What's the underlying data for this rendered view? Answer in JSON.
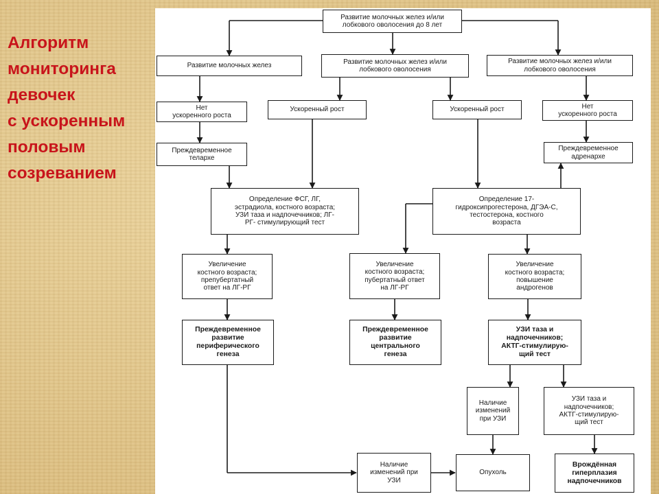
{
  "slide_title": [
    "Алгоритм",
    "мониторинга",
    "девочек",
    "с ускоренным",
    "половым",
    "созреванием"
  ],
  "boxes": {
    "root": "Развитие молочных желез и/или\nлобкового оволосения до 8 лет",
    "breast": "Развитие молочных желез",
    "breast_or_pubic_mid": "Развитие молочных желез и/или\nлобкового оволосения",
    "breast_or_pubic_right": "Развитие молочных желез и/или\nлобкового оволосения",
    "no_growth_left": "Нет\nускоренного роста",
    "growth_a": "Ускоренный рост",
    "growth_b": "Ускоренный рост",
    "no_growth_right": "Нет\nускоренного роста",
    "thelarche": "Преждевременное\nтелархе",
    "adrenarche": "Преждевременное\nадренархе",
    "test_fsh": "Определение ФСГ, ЛГ,\nэстрадиола, костного возраста;\nУЗИ таза и надпочечников; ЛГ-\nРГ- стимулирующий тест",
    "test_17ohp": "Определение 17-\nгидроксипрогестерона, ДГЭА-С,\nтестостерона, костного\nвозраста",
    "bone_prepubertal": "Увеличение\nкостного возраста;\nпрепубертатный\nответ на ЛГ-РГ",
    "bone_pubertal": "Увеличение\nкостного возраста;\nпубертатный ответ\nна ЛГ-РГ",
    "bone_androgens": "Увеличение\nкостного возраста;\nповышение\nандрогенов",
    "peripheral": "Преждевременное\nразвитие\nпериферического\nгенеза",
    "central": "Преждевременное\nразвитие\nцентрального\nгенеза",
    "ultrasound_acth_1": "УЗИ таза и\nнадпочечников;\nАКТГ-стимулирую-\nщий тест",
    "changes_us": "Наличие\nизменений\nпри УЗИ",
    "ultrasound_acth_2": "УЗИ таза и\nнадпочечников;\nАКТГ-стимулирую-\nщий тест",
    "changes_us_bottom": "Наличие\nизменений при\nУЗИ",
    "tumor": "Опухоль",
    "cah": "Врождённая\nгиперплазия\nнадпочечников"
  }
}
